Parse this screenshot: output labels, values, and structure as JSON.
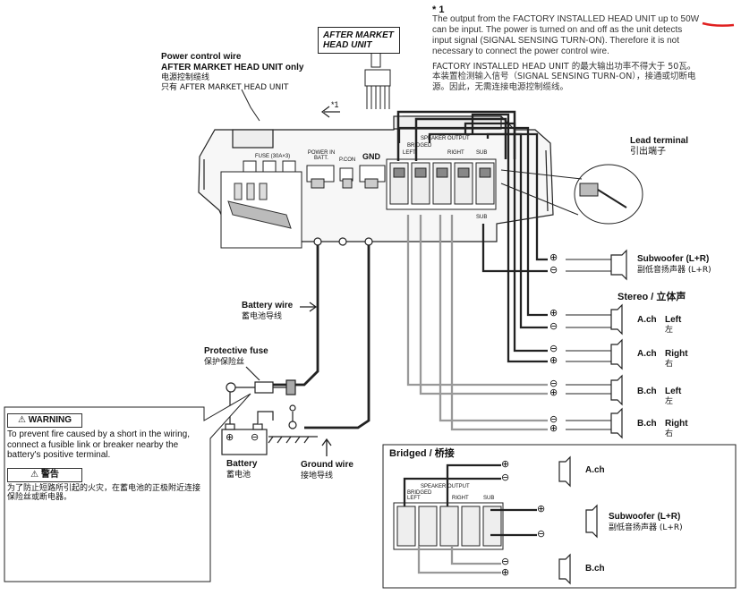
{
  "note": {
    "marker": "* 1",
    "en": "The output from the FACTORY INSTALLED HEAD UNIT up to 50W can be input. The power is turned on and off as the unit detects input signal (SIGNAL SENSING TURN-ON). Therefore it is not necessary to connect the power control wire.",
    "cn": "FACTORY INSTALLED HEAD UNIT 的最大输出功率不得大于 50瓦。本装置检测输入信号（SIGNAL SENSING TURN-ON），接通或切断电源。因此，无需连接电源控制缆线。",
    "underline_color": "#e02020"
  },
  "head_unit_box": {
    "line1": "AFTER MARKET",
    "line2": "HEAD UNIT"
  },
  "power_control": {
    "line1": "Power control wire",
    "line2": "AFTER MARKET HEAD UNIT only",
    "cn1": "电源控制缆线",
    "cn2": "只有 AFTER MARKET HEAD UNIT"
  },
  "star_marker": "*1",
  "amp": {
    "fuse_label": "FUSE (30A×3)",
    "power_in_label": "POWER IN BATT.",
    "pcon_label": "P.CON",
    "gnd_label": "GND",
    "speaker_output_label": "SPEAKER OUTPUT",
    "bridged_label": "BRIDGED",
    "left_label": "LEFT",
    "right_label": "RIGHT",
    "sub_label": "SUB",
    "sub2_label": "SUB"
  },
  "lead_terminal": {
    "en": "Lead terminal",
    "cn": "引出端子"
  },
  "subwoofer": {
    "en": "Subwoofer (L+R)",
    "cn": "副低音扬声器 (L+R)"
  },
  "stereo": {
    "heading": "Stereo / 立体声",
    "speakers": [
      {
        "ch": "A.ch",
        "side": "Left",
        "cn": "左"
      },
      {
        "ch": "A.ch",
        "side": "Right",
        "cn": "右"
      },
      {
        "ch": "B.ch",
        "side": "Left",
        "cn": "左"
      },
      {
        "ch": "B.ch",
        "side": "Right",
        "cn": "右"
      }
    ]
  },
  "battery_wire": {
    "en": "Battery wire",
    "cn": "蓄电池导线"
  },
  "protective_fuse": {
    "en": "Protective fuse",
    "cn": "保护保险丝"
  },
  "battery": {
    "en": "Battery",
    "cn": "蓄电池"
  },
  "ground_wire": {
    "en": "Ground wire",
    "cn": "接地导线"
  },
  "warning": {
    "heading": "⚠ WARNING",
    "text": "To prevent fire caused by a short in the wiring, connect a fusible link or breaker nearby the battery's positive terminal.",
    "heading_cn": "⚠ 警告",
    "text_cn": "为了防止短路所引起的火灾，在蓄电池的正极附近连接保险丝或断电器。"
  },
  "bridged": {
    "heading": "Bridged / 桥接",
    "a_ch": "A.ch",
    "b_ch": "B.ch",
    "sub_en": "Subwoofer (L+R)",
    "sub_cn": "副低音扬声器 (L+R)"
  },
  "symbols": {
    "plus": "⊕",
    "minus": "⊖"
  }
}
